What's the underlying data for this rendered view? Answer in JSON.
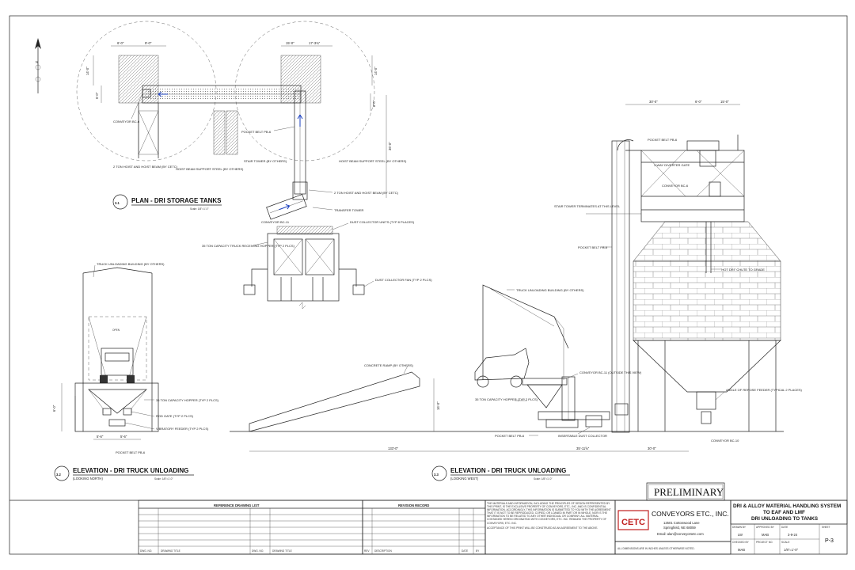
{
  "north_marker": "N",
  "views": {
    "plan": {
      "number": "3.1",
      "title": "PLAN - DRI STORAGE TANKS",
      "scale": "Scale: 1/8\"=1'-0\""
    },
    "elev_north": {
      "number": "3.2",
      "title": "ELEVATION - DRI TRUCK UNLOADING",
      "sub": "(LOOKING NORTH)",
      "scale": "Scale: 1/8\"=1'-0\""
    },
    "elev_west": {
      "number": "3.3",
      "title": "ELEVATION - DRI TRUCK UNLOADING",
      "sub": "(LOOKING WEST)",
      "scale": "Scale: 1/8\"=1'-0\""
    }
  },
  "plan_labels": {
    "conveyor_bc6": "CONVEYOR BC-6",
    "pocket_belt": "POCKET BELT PB-6",
    "hoist_left": "2 TON HOIST AND HOIST BEAM (BY CETC)",
    "hoist_support": "HOIST BEAM SUPPORT STEEL (BY OTHERS)",
    "stair_tower": "STAIR TOWER (BY OTHERS)",
    "hoist_support_r": "HOIST BEAM SUPPORT STEEL (BY OTHERS)",
    "hoist_right": "2 TON HOIST AND HOIST BEAM (BY CETC)",
    "transfer_tower": "TRANSFER TOWER",
    "conveyor_bc11": "CONVEYOR BC-11",
    "dust_units": "DUST COLLECTOR UNITS (TYP 8 PLACES)",
    "truck_hopper": "35 TON CAPACITY TRUCK RECEIVING HOPPER (TYP 2 PLCS)",
    "dust_fan": "DUST COLLECTOR FAN (TYP 2 PLCS)"
  },
  "plan_dims": {
    "d1": "6'-0\"",
    "d2": "9'-0\"",
    "d3": "15'-0\"",
    "d4": "17'-3¾\"",
    "d5": "14'-0\"",
    "d6": "14'-0\"",
    "d7": "6'-0\"",
    "d8": "36'-0\"",
    "d9": "8'-0\""
  },
  "north_labels": {
    "building": "TRUCK UNLOADING BUILDING (BY OTHERS)",
    "open": "OPEN",
    "hopper": "35 TON CAPACITY HOPPER (TYP 2 PLCS)",
    "rod_gate": "ROD GATE (TYP 2 PLCS)",
    "vib_feeder": "VIBRATORY FEEDER (TYP 2 PLCS)",
    "pocket_belt": "POCKET BELT PB-6",
    "dim_a": "6'-0\"",
    "dim_b": "5'-6\"",
    "dim_c": "5'-6\""
  },
  "west_labels": {
    "building": "TRUCK UNLOADING BUILDING (BY OTHERS)",
    "ramp": "CONCRETE RAMP (BY OTHERS)",
    "hopper": "35 TON CAPACITY HOPPER (TYP 2 PLCS)",
    "conveyor_bc11": "CONVEYOR BC-11 (OUTSIDE THIS VIEW)",
    "pocket_belt": "POCKET BELT PB-6",
    "insertable_dc": "INSERTABLE DUST COLLECTOR",
    "dim_height": "16'-0\"",
    "dim_1": "133'-0\"",
    "dim_2": "35'-11⅝\"",
    "dim_3": "30'-0\""
  },
  "tank_labels": {
    "pocket_belt_top": "POCKET BELT PB-6",
    "three_way": "3-WAY DIVERTER GATE",
    "conveyor_bc6": "CONVEYOR BC-6",
    "stair_term": "STAIR TOWER TERMINATES AT THIS LEVEL",
    "pocket_belt_side": "POCKET BELT PB-6",
    "hot_dri": "\"HOT DRI\" CHUTE TO GRADE",
    "angle_feeder": "ANGLE OF REPOSE FEEDER (TYPICAL 2 PLACES)",
    "conveyor_bc10": "CONVEYOR BC-10",
    "dim_top1": "30'-0\"",
    "dim_top2": "6'-0\"",
    "dim_top3": "15'-0\""
  },
  "title_block": {
    "preliminary": "PRELIMINARY",
    "ref_header": "REFERENCE DRAWING LIST",
    "rev_header": "REVISION RECORD",
    "ref_cols": [
      "DWG. NO.",
      "DRAWING TITLE",
      "DWG. NO.",
      "DRAWING TITLE"
    ],
    "rev_cols": [
      "REV",
      "DESCRIPTION",
      "DATE",
      "BY"
    ],
    "legal": "THE MATERIALS AND INFORMATION, INCLUDING THE PRINCIPLES OF DESIGN REPRESENTED BY THIS PRINT, IS THE EXCLUSIVE PROPERTY OF CONVEYORS, ETC., INC. AND IS CONFIDENTIAL INFORMATION. ACCORDINGLY, THIS INFORMATION IS SUBMITTED TO YOU WITH THE AGREEMENT THAT IT IS NOT TO BE REPRODUCED, COPIED, OR LOANED IN PART OR IN WHOLE, NOR IS THE INFORMATION TO BE RELATED TO ANY OTHER INDIVIDUAL OR COMPANY. ALL MATERIAL CONTAINED HEREIN ORIGINATING WITH CONVEYORS, ETC. INC. REMAINS THE PROPERTY OF CONVEYORS, ETC. INC.",
    "acceptance": "ACCEPTANCE OF THIS PRINT WILL BE CONSTRUED AS AN AGREEMENT TO THE ABOVE.",
    "logo": "CETC",
    "company": "CONVEYORS ETC., INC.",
    "address1": "12501 Cottonwood Lane",
    "address2": "Springfield, NE 68059",
    "email": "Email: alan@conveyorsetc.com",
    "dims_note": "ALL DIMENSIONS ARE IN INCHES UNLESS OTHERWISE NOTED.",
    "project_line1": "DRI & ALLOY MATERIAL HANDLING SYSTEM",
    "project_line2": "TO EAF AND LMF",
    "project_line3": "DRI UNLOADING TO TANKS",
    "drawn_by_label": "DRAWN BY",
    "drawn_by": "LW",
    "approved_label": "APPROVED BY",
    "approved": "MAB",
    "date_label": "DATE",
    "date": "3-9-24",
    "checked_label": "CHECKED BY",
    "checked": "MAB",
    "project_no_label": "PROJECT NO.",
    "scale_label": "SCALE",
    "scale": "1/8\"=1'-0\"",
    "sheet_label": "SHEET",
    "sheet": "P-3"
  }
}
